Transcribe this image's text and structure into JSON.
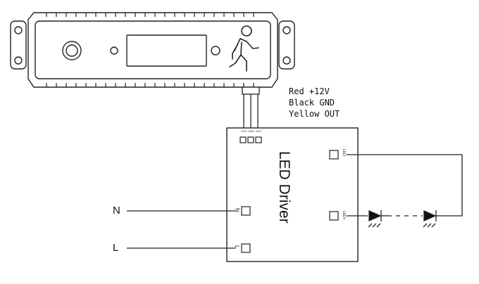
{
  "wire_legend": {
    "line1": "Red  +12V",
    "line2": "Black GND",
    "line3": "Yellow OUT"
  },
  "driver": {
    "title": "LED Driver",
    "pin_red": "+12V",
    "pin_gnd": "GND",
    "pin_out": "OUT",
    "terminal_led_neg": "LED-",
    "terminal_led_pos": "LED+",
    "terminal_n": "N",
    "terminal_l": "L"
  },
  "mains": {
    "n_label": "N",
    "l_label": "L"
  },
  "colors": {
    "stroke": "#222222",
    "housing_fill": "#ffffff"
  },
  "icons": [
    "motion-person-icon",
    "led-diode-icon"
  ]
}
